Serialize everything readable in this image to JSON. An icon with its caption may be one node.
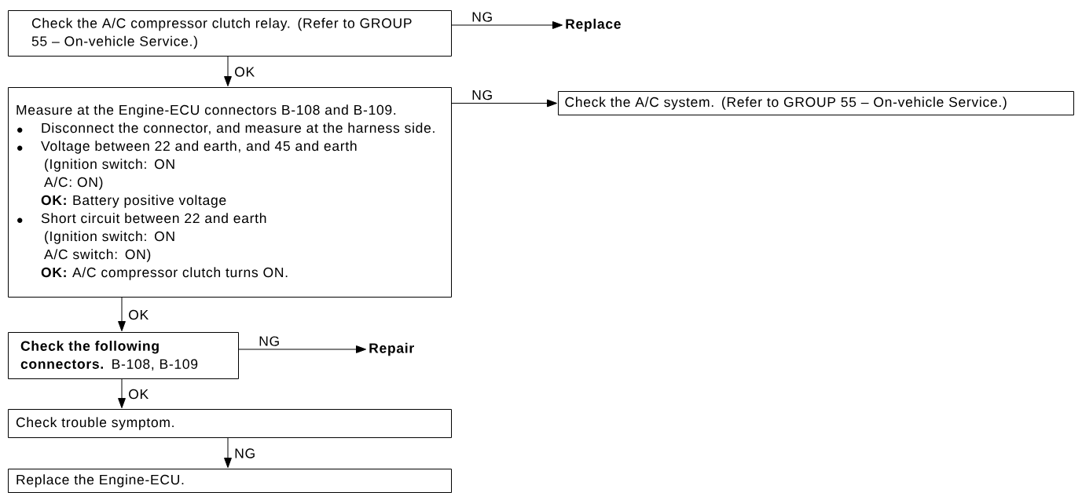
{
  "diagram": {
    "nodes": [
      {
        "text": [
          "Check the A/C compressor clutch relay. (Refer to GROUP 55 – On-vehicle Service.)"
        ]
      },
      {
        "text": [
          "Replace"
        ]
      },
      {
        "text": [
          "Measure at the Engine-ECU connectors B-108 and B-109.",
          "Disconnect the connector, and measure at the harness side.",
          "Voltage between 22 and earth, and 45 and earth",
          "(Ignition switch: ON A/C: ON)",
          "**OK:** Battery positive voltage",
          "Short circuit between 22 and earth",
          "(Ignition switch: ON A/C switch: ON)",
          "**OK:** A/C compressor clutch turns ON."
        ]
      },
      {
        "text": [
          "Check the A/C system. (Refer to GROUP 55 – On-vehicle Service.)"
        ]
      },
      {
        "text": [
          "**Check the following connectors.** B-108, B-109"
        ]
      },
      {
        "text": [
          "Repair"
        ]
      },
      {
        "text": [
          "Check trouble symptom."
        ]
      },
      {
        "text": [
          "Replace the Engine-ECU."
        ]
      }
    ],
    "edges": [
      {
        "from": 0,
        "to": 1,
        "arrow": "to",
        "label": "NG"
      },
      {
        "from": 0,
        "to": 2,
        "arrow": "to",
        "label": "OK"
      },
      {
        "from": 2,
        "to": 3,
        "arrow": "to",
        "label": "NG"
      },
      {
        "from": 2,
        "to": 4,
        "arrow": "to",
        "label": "OK"
      },
      {
        "from": 4,
        "to": 5,
        "arrow": "to",
        "label": "NG"
      },
      {
        "from": 4,
        "to": 6,
        "arrow": "to",
        "label": "OK"
      },
      {
        "from": 6,
        "to": 7,
        "arrow": "to",
        "label": "NG"
      }
    ]
  }
}
